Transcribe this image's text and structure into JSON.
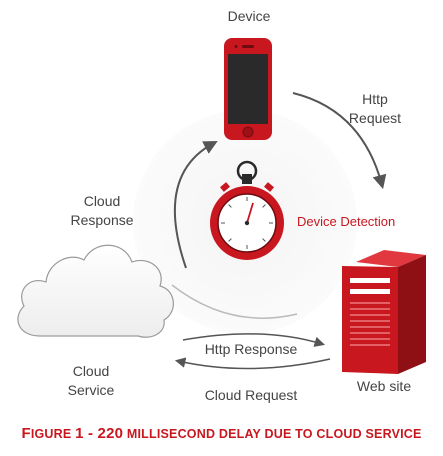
{
  "labels": {
    "device": "Device",
    "http_request": "Http\nRequest",
    "cloud_response": "Cloud\nResponse",
    "device_detection": "Device Detection",
    "http_response": "Http Response",
    "cloud_service": "Cloud\nService",
    "cloud_request": "Cloud Request",
    "web_site": "Web site"
  },
  "caption": {
    "prefix_big": "F",
    "prefix_rest": "IGURE ",
    "number": "1 - 220",
    "rest": " MILLISECOND DELAY DUE TO CLOUD SERVICE"
  },
  "colors": {
    "accent": "#c8171f",
    "arrow": "#555555",
    "text": "#444444"
  }
}
